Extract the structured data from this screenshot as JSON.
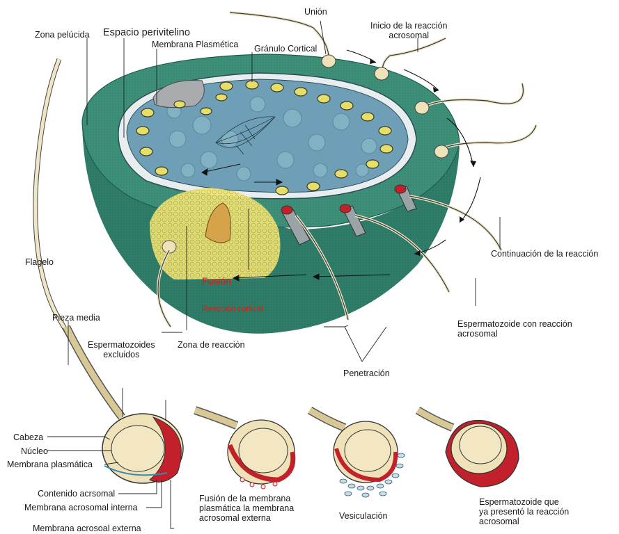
{
  "labels": {
    "union": "Unión",
    "inicio_l1": "Inicio de la reacción",
    "inicio_l2": "acrosomal",
    "zona_pelucida": "Zona pelúcida",
    "espacio_perivitelino": "Espacio perivitelino",
    "membrana_plasmatica_top": "Membrana Plasmética",
    "granulo_cortical": "Gránulo Cortical",
    "flagelo": "Flagelo",
    "continuacion_a": "Continua",
    "continuacion_b": "ción de la reacción",
    "fusion": "Fusión",
    "reaccion_cortical": "Reacción cortical",
    "pieza_media": "Pieza media",
    "excluidos_l1": "Espermatozoides",
    "excluidos_l2": "excluidos",
    "zona_reaccion": "Zona de reacción",
    "con_reaccion_a": "Espermatozoide ",
    "con_reaccion_b": "con reacción",
    "con_reaccion_l2": "acrosomal",
    "penetracion": "Penetración",
    "cabeza": "Cabeza",
    "nucleo": "Núcleo",
    "membrana_plasmatica": "Membrana plasmática",
    "contenido": "Contenido acrsomal",
    "membrana_interna": "Membrana acrosomal interna",
    "membrana_externa": "Membrana acrosoal externa",
    "fusion_mem_l1": "Fusión de la membrana",
    "fusion_mem_l2": "plasmática  la membrana",
    "fusion_mem_l3": "acrosomal externa",
    "vesiculacion": "Vesiculación",
    "presento_l1a": "Espermatoz",
    "presento_l1b": "oide que",
    "presento_l2a": "ya presentó ",
    "presento_l2b": "la reacción",
    "presento_l3": "acrosomal"
  },
  "colors": {
    "zona_pelucida": "#2f7d68",
    "zona_top": "#3d8f78",
    "cytoplasm": "#6e9fb6",
    "granule": "#e7de6a",
    "reaction_zone": "#f0e57a",
    "sperm_head": "#efe2b8",
    "acrosome_red": "#c2202a",
    "label_red": "#e01a12"
  }
}
